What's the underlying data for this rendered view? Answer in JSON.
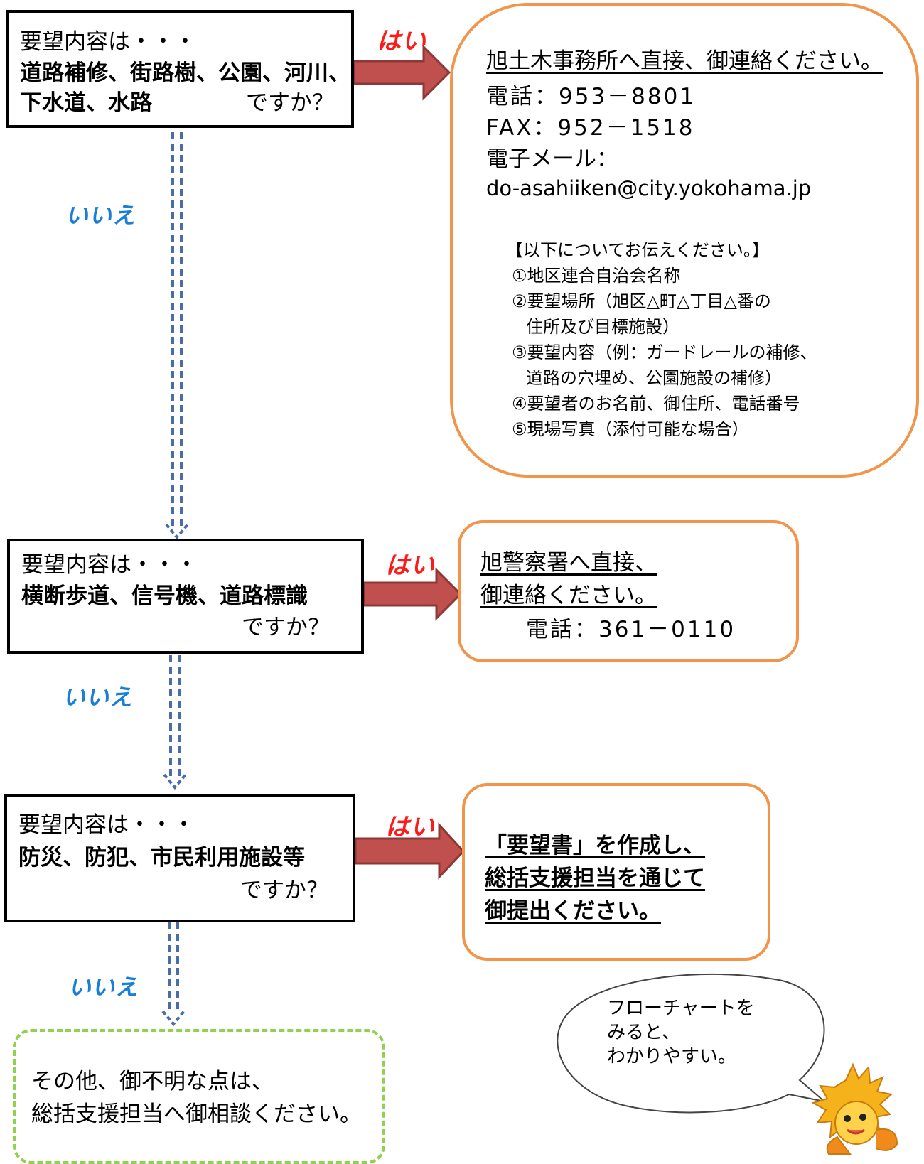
{
  "q1": {
    "intro": "要望内容は・・・",
    "line1": "道路補修、街路樹、公園、河川、",
    "line2": "下水道、水路",
    "suffix": "ですか？"
  },
  "q2": {
    "intro": "要望内容は・・・",
    "line1": "横断歩道、信号機、道路標識",
    "suffix": "ですか？"
  },
  "q3": {
    "intro": "要望内容は・・・",
    "line1": "防災、防犯、市民利用施設等",
    "suffix": "ですか？"
  },
  "yes_label": "はい",
  "no_label": "いいえ",
  "a1": {
    "heading": "旭土木事務所へ直接、御連絡ください。",
    "phone": "電話：953－8801",
    "fax": "FAX：952－1518",
    "email_label": "電子メール：",
    "email": "do-asahiiken@city.yokohama.jp",
    "list_title": "【以下についてお伝えください。】",
    "items": [
      "①地区連合自治会名称",
      "②要望場所（旭区△町△丁目△番の",
      "住所及び目標施設）",
      "③要望内容（例：ガードレールの補修、",
      "道路の穴埋め、公園施設の補修）",
      "④要望者のお名前、御住所、電話番号",
      "⑤現場写真（添付可能な場合）"
    ]
  },
  "a2": {
    "line1": "旭警察署へ直接、",
    "line2": "御連絡ください。",
    "phone": "電話：361－0110"
  },
  "a3": {
    "line1": "「要望書」を作成し、",
    "line2": "総括支援担当を通じて",
    "line3": "御提出ください。"
  },
  "final": {
    "line1": "その他、御不明な点は、",
    "line2": "総括支援担当へ御相談ください。"
  },
  "bubble": {
    "line1": "フローチャートを",
    "line2": "みると、",
    "line3": "わかりやすい。"
  },
  "colors": {
    "answer_border": "#f0954a",
    "arrow_fill": "#c0504d",
    "arrow_stroke": "#8c3836",
    "dashed_arrow": "#4a6da8",
    "final_border": "#92d050",
    "yes_text": "#ff1a1a",
    "no_text": "#1a7fd4"
  },
  "icons": [
    "yes-arrow-icon",
    "no-dashed-arrow-icon",
    "mascot-icon",
    "speech-bubble"
  ]
}
